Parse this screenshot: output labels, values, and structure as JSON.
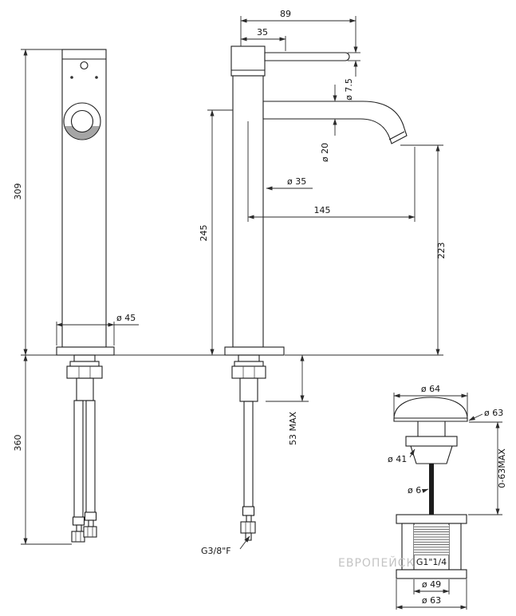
{
  "watermark": "ЕВРОПЕЙСК",
  "dims": {
    "d89": "89",
    "d35": "35",
    "d7_5": "ø 7.5",
    "d309": "309",
    "d20": "ø 20",
    "d35dia": "ø 35",
    "d145": "145",
    "d245": "245",
    "d223": "223",
    "d45dia": "ø 45",
    "d360": "360",
    "d53": "53 MAX",
    "thread_hose": "G3/8\"F",
    "d64dia": "ø 64",
    "d63dia_top": "ø 63",
    "d41dia": "ø 41",
    "d6dia": "ø 6",
    "d0_63": "0-63MAX",
    "thread_drain": "G1\"1/4",
    "d49dia": "ø 49",
    "d63dia_bottom": "ø 63"
  }
}
